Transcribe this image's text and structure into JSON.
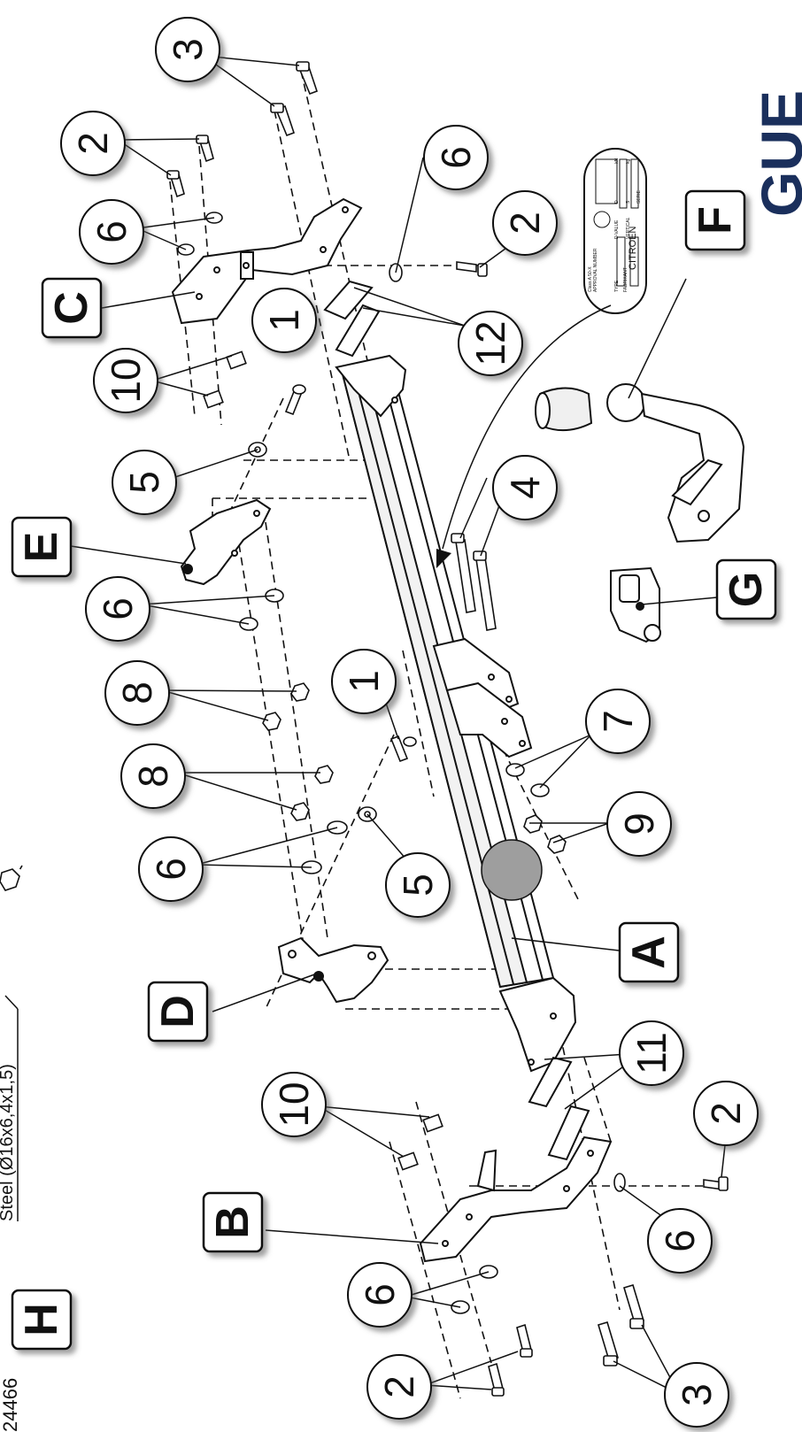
{
  "doc_number": "24466",
  "side_note": "Steel (Ø16x6,4x1,5)",
  "brand_fragment": "GUE",
  "part_numbers": {
    "n1a": "1",
    "n1b": "1",
    "n2a": "2",
    "n2b": "2",
    "n2c": "2",
    "n2d": "2",
    "n3a": "3",
    "n3b": "3",
    "n4": "4",
    "n5a": "5",
    "n5b": "5",
    "n6a": "6",
    "n6b": "6",
    "n6c": "6",
    "n6d": "6",
    "n6e": "6",
    "n6f": "6",
    "n7": "7",
    "n8a": "8",
    "n8b": "8",
    "n9": "9",
    "n10a": "10",
    "n10b": "10",
    "n11": "11",
    "n12": "12"
  },
  "part_letters": {
    "A": "A",
    "B": "B",
    "C": "C",
    "D": "D",
    "E": "E",
    "F": "F",
    "G": "G",
    "H": "H"
  },
  "plate": {
    "brand": "CITROEN",
    "class": "Class A 50-X",
    "approval": "APPROVAL NUMBER",
    "type": "TYPE",
    "fabrikant": "FABRIKANT",
    "d_value": "D-VALUE",
    "vertical": "VERTICAL",
    "d": "D",
    "s": "S",
    "kn": "kN",
    "kg": "kg",
    "serie": "SERIE"
  },
  "colors": {
    "line": "#111111",
    "brand": "#1a2f5c",
    "sphere": "#9e9e9e"
  }
}
